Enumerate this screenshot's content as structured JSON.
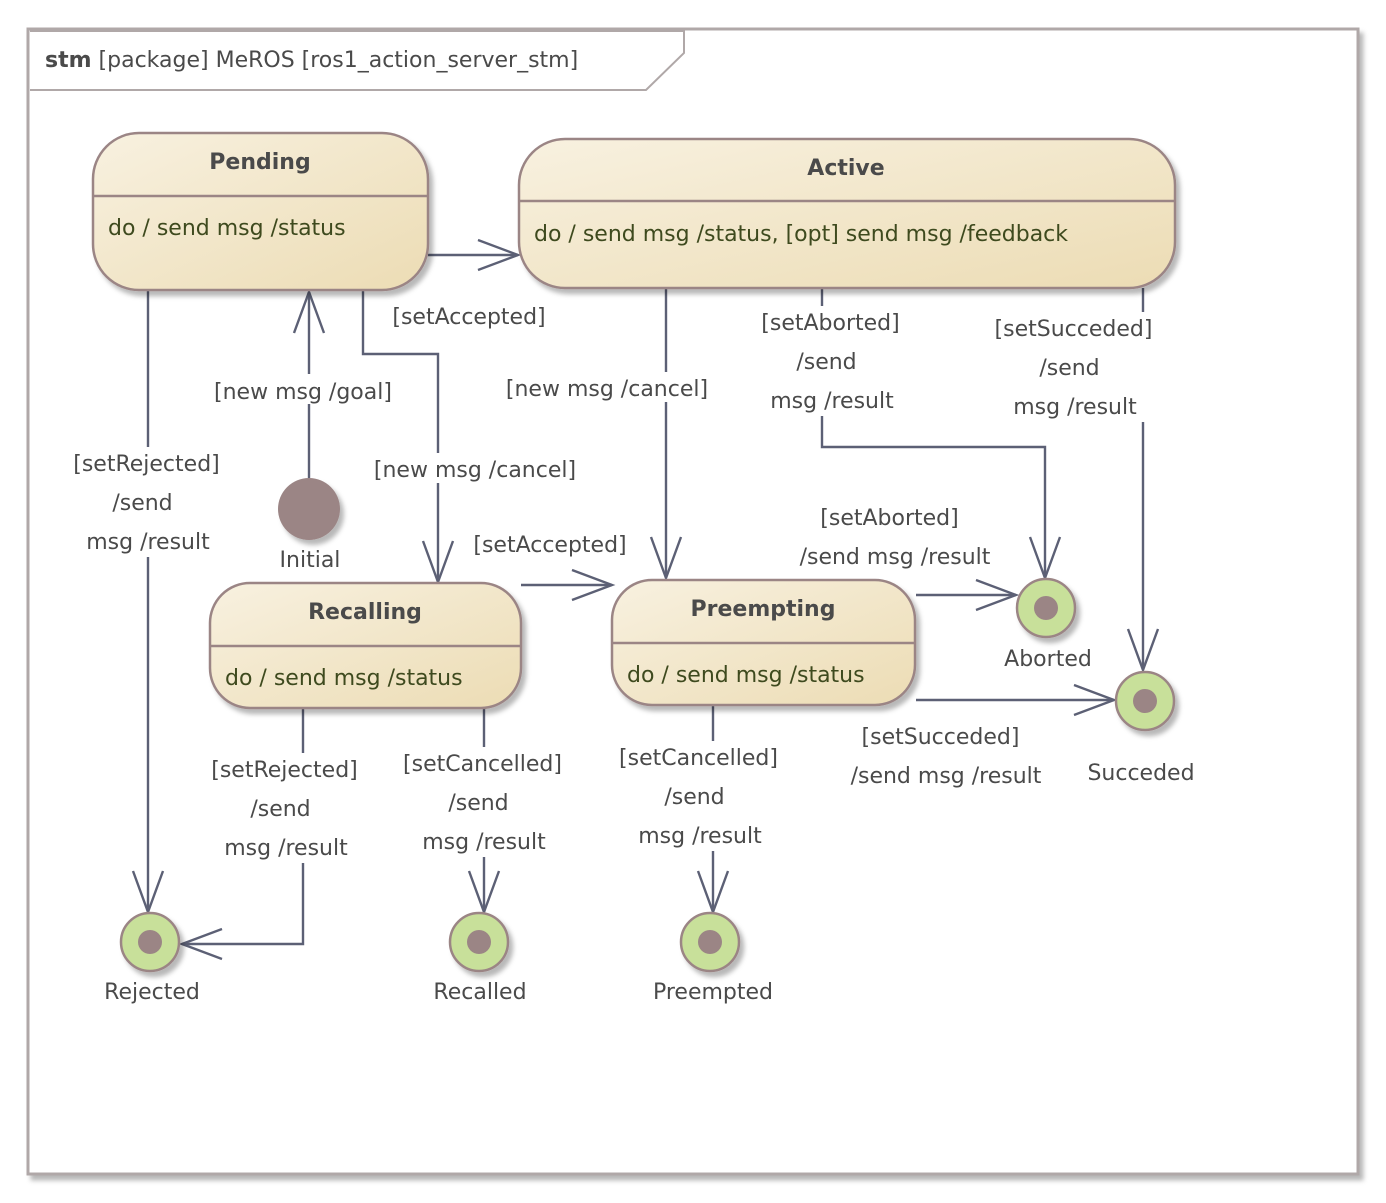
{
  "frame": {
    "keyword": "stm",
    "title": "[package] MeROS [ros1_action_server_stm]"
  },
  "states": {
    "pending": {
      "name": "Pending",
      "activity": "do / send msg /status"
    },
    "active": {
      "name": "Active",
      "activity": "do / send msg /status, [opt] send msg /feedback"
    },
    "recalling": {
      "name": "Recalling",
      "activity": "do / send msg /status"
    },
    "preempting": {
      "name": "Preempting",
      "activity": "do / send msg /status"
    }
  },
  "pseudostates": {
    "initial": "Initial",
    "aborted": "Aborted",
    "succeded": "Succeded",
    "rejected": "Rejected",
    "recalled": "Recalled",
    "preempted": "Preempted"
  },
  "transitions": {
    "pending_active": "[setAccepted]",
    "initial_pending": "[new msg /goal]",
    "pending_recalling": "[new msg /cancel]",
    "active_preempting": "[new msg /cancel]",
    "recalling_preempting": "[setAccepted]",
    "pending_rejected": [
      "[setRejected]",
      "/send",
      "msg /result"
    ],
    "active_aborted": [
      "[setAborted]",
      "/send",
      "msg /result"
    ],
    "active_succeded": [
      "[setSucceded]",
      "/send",
      "msg /result"
    ],
    "preempting_aborted": [
      "[setAborted]",
      "/send msg /result"
    ],
    "preempting_succeded": [
      "[setSucceded]",
      "/send msg /result"
    ],
    "recalling_rejected": [
      "[setRejected]",
      "/send",
      "msg /result"
    ],
    "recalling_recalled": [
      "[setCancelled]",
      "/send",
      "msg /result"
    ],
    "preempting_preempted": [
      "[setCancelled]",
      "/send",
      "msg /result"
    ]
  },
  "colors": {
    "state_fill_light": "#f7eedb",
    "state_fill_dark": "#ecdcb5",
    "state_border": "#9b8585",
    "final_ring": "#c8e09a",
    "final_dot": "#9b8585",
    "edge": "#5c6075"
  }
}
